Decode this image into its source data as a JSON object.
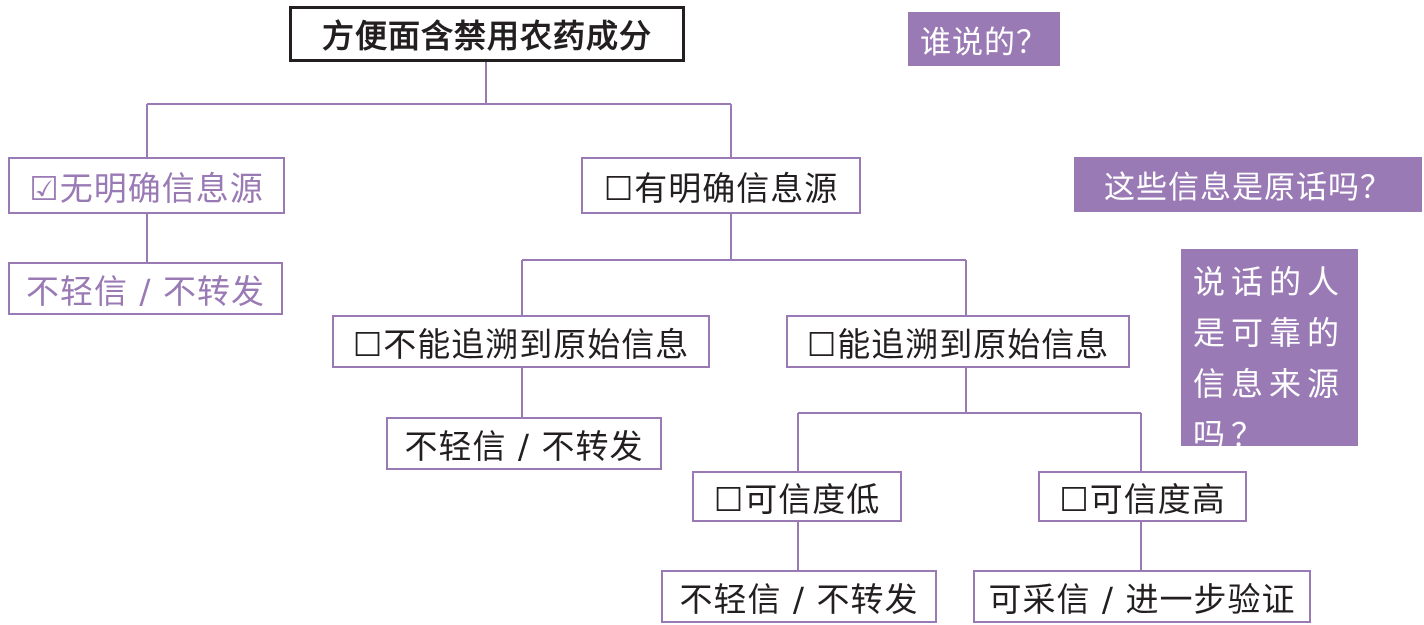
{
  "colors": {
    "accent": "#9a7ab5",
    "text": "#231f20",
    "callout_bg": "#9a7ab5",
    "callout_text": "#ffffff"
  },
  "nodes": {
    "root": "方便面含禁用农药成分",
    "no_source": "☑无明确信息源",
    "no_source_action": "不轻信 / 不转发",
    "has_source": "☐有明确信息源",
    "not_traceable": "☐不能追溯到原始信息",
    "not_traceable_action": "不轻信 / 不转发",
    "traceable": "☐能追溯到原始信息",
    "low_credibility": "☐可信度低",
    "low_credibility_action": "不轻信 / 不转发",
    "high_credibility": "☐可信度高",
    "high_credibility_action": "可采信 / 进一步验证"
  },
  "callouts": {
    "who_said": "谁说的？",
    "original_words": "这些信息是原话吗？",
    "reliable_source": "说话的人是可靠的信息来源吗？"
  }
}
